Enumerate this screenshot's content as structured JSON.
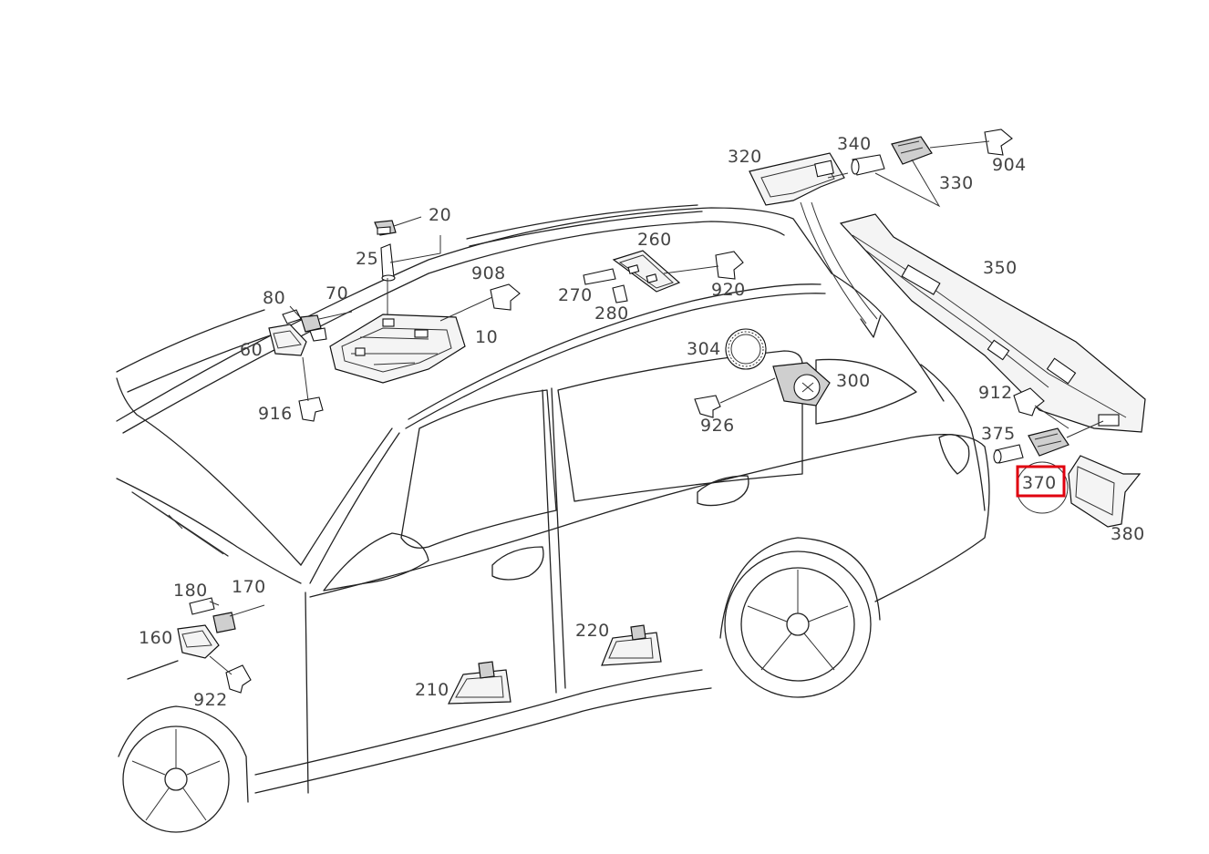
{
  "diagram": {
    "highlight_color": "#e0000f",
    "highlighted_part": "370",
    "callouts": [
      "20",
      "25",
      "908",
      "10",
      "80",
      "70",
      "60",
      "916",
      "260",
      "270",
      "280",
      "920",
      "320",
      "340",
      "330",
      "904",
      "350",
      "304",
      "300",
      "926",
      "912",
      "375",
      "370",
      "380",
      "180",
      "170",
      "160",
      "922",
      "220",
      "210"
    ]
  }
}
